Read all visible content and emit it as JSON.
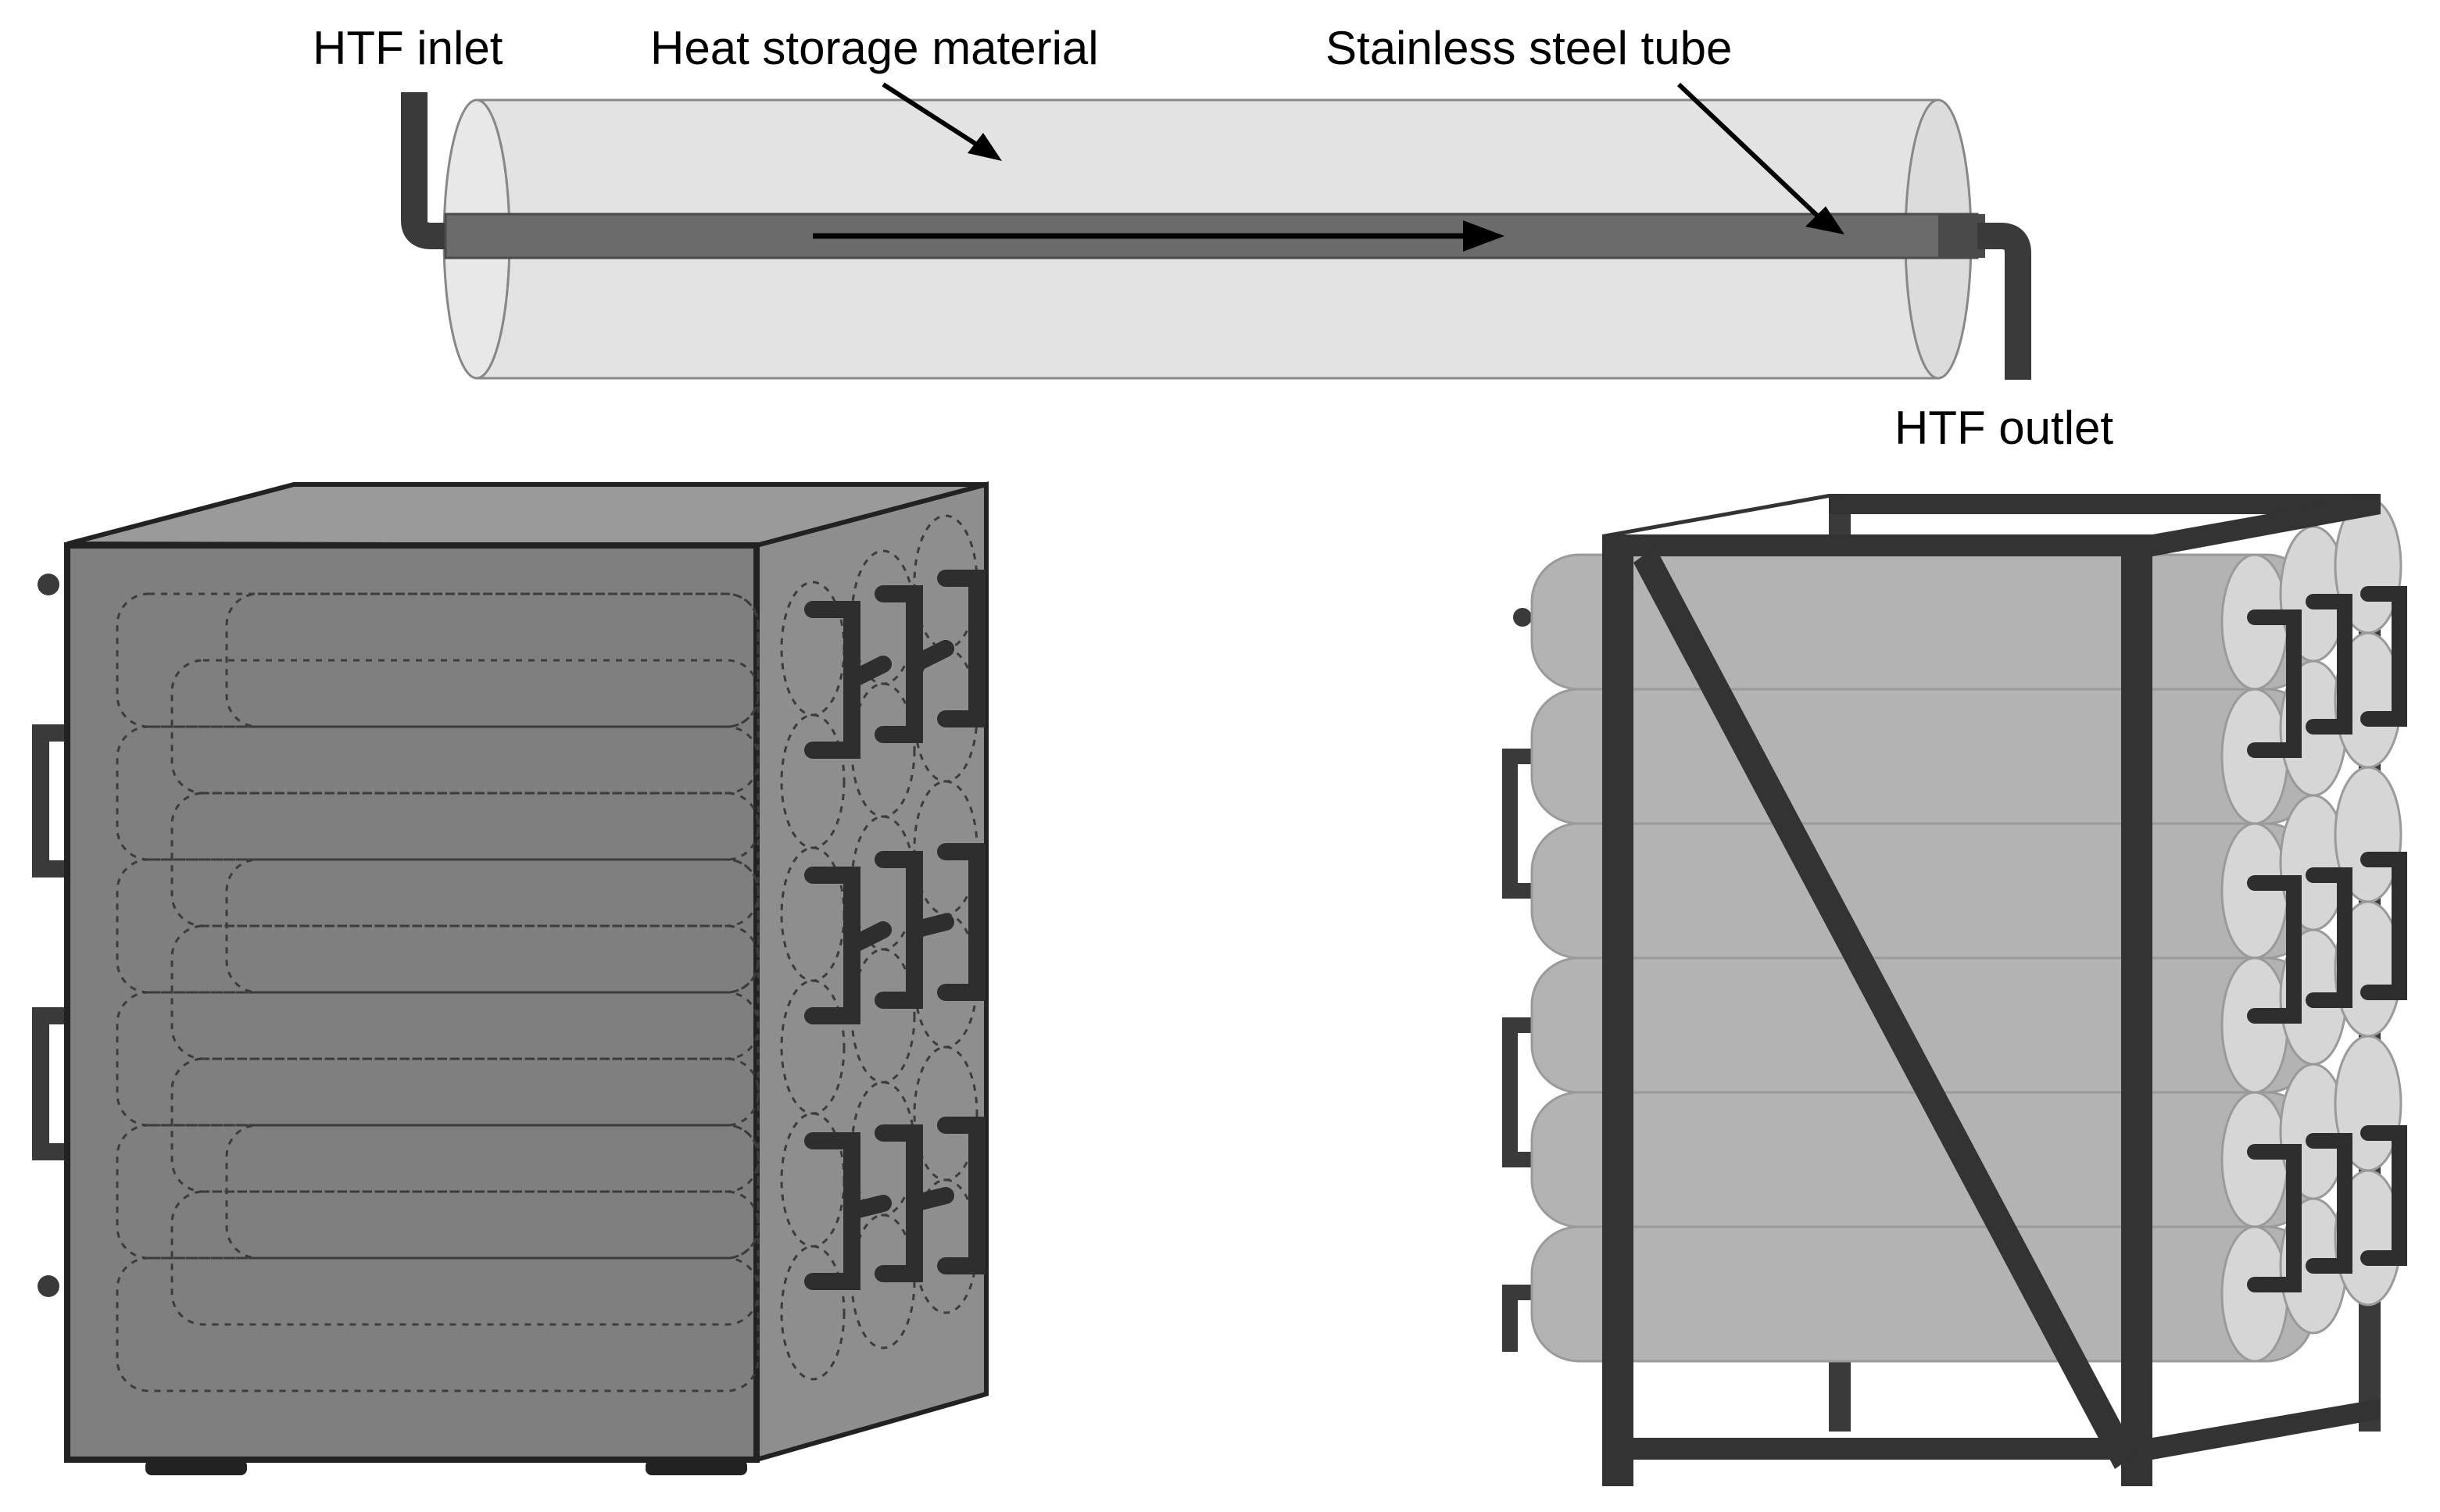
{
  "labels": {
    "htf_inlet": "HTF inlet",
    "heat_storage_material": "Heat storage material",
    "stainless_steel_tube": "Stainless steel tube",
    "htf_outlet": "HTF outlet"
  },
  "panels": {
    "top": {
      "item": "single tube with heat storage material"
    },
    "bottom_left": {
      "item": "enclosed tube bundle"
    },
    "bottom_right": {
      "item": "tube bundle in frame"
    }
  },
  "colors": {
    "background": "#ffffff",
    "cylinder_fill": "#e3e3e3",
    "tube": "#6b6b6b",
    "pipe": "#3a3a3a",
    "enclosure": "#7f7f7f",
    "bundle_cylinder": "#b3b3b3",
    "frame": "#333333",
    "text": "#000000"
  }
}
